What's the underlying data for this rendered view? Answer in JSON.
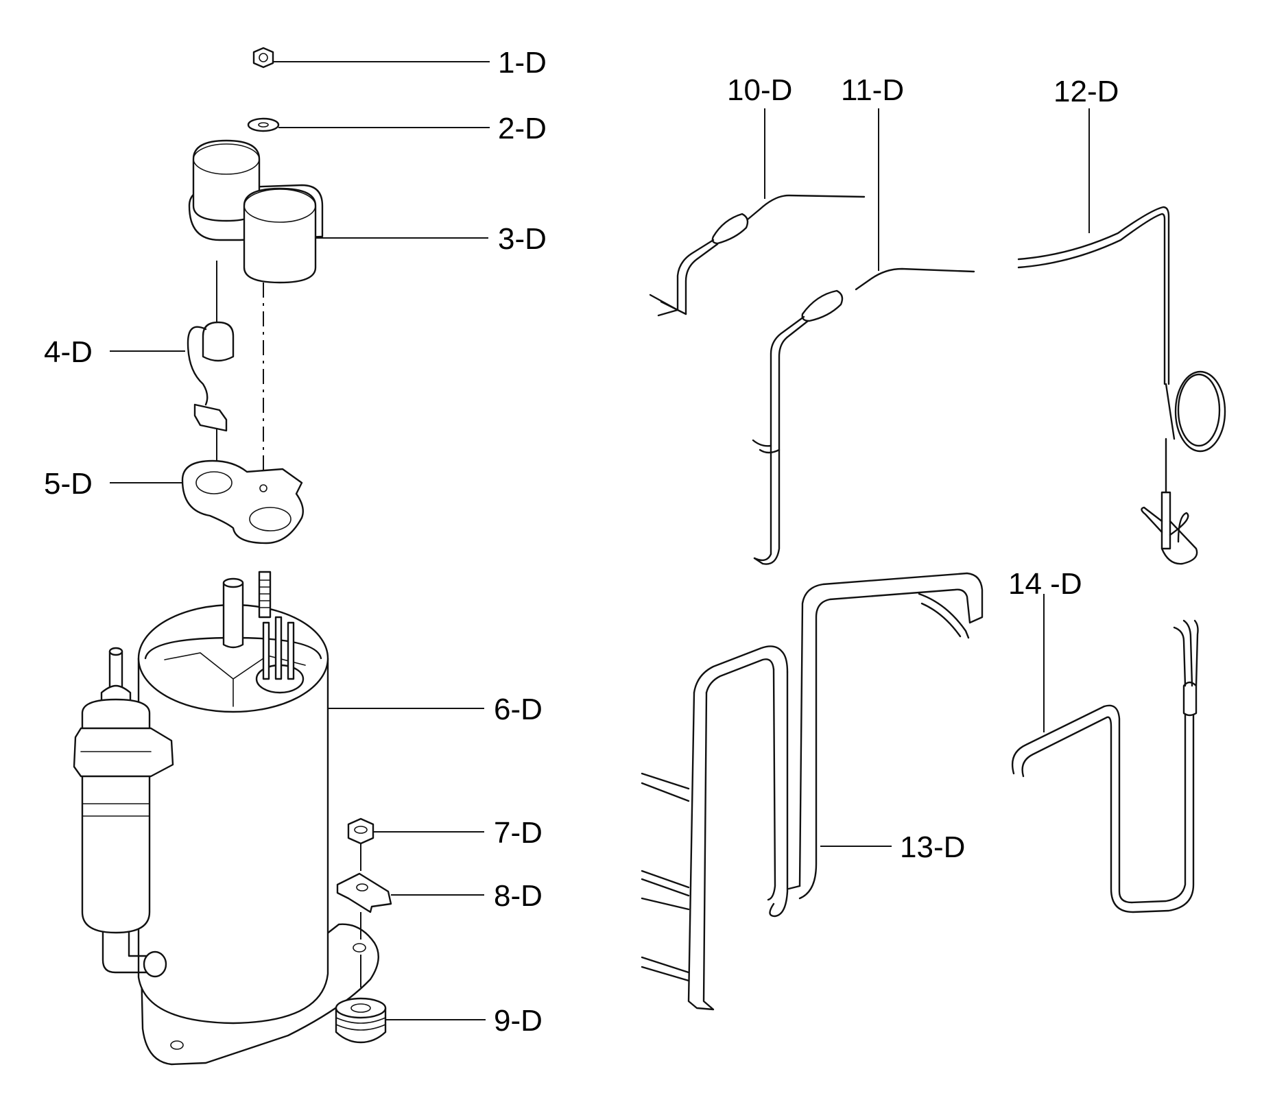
{
  "callouts": {
    "c1": "1-D",
    "c2": "2-D",
    "c3": "3-D",
    "c4": "4-D",
    "c5": "5-D",
    "c6": "6-D",
    "c7": "7-D",
    "c8": "8-D",
    "c9": "9-D",
    "c10": "10-D",
    "c11": "11-D",
    "c12": "12-D",
    "c13": "13-D",
    "c14": "14 -D"
  }
}
